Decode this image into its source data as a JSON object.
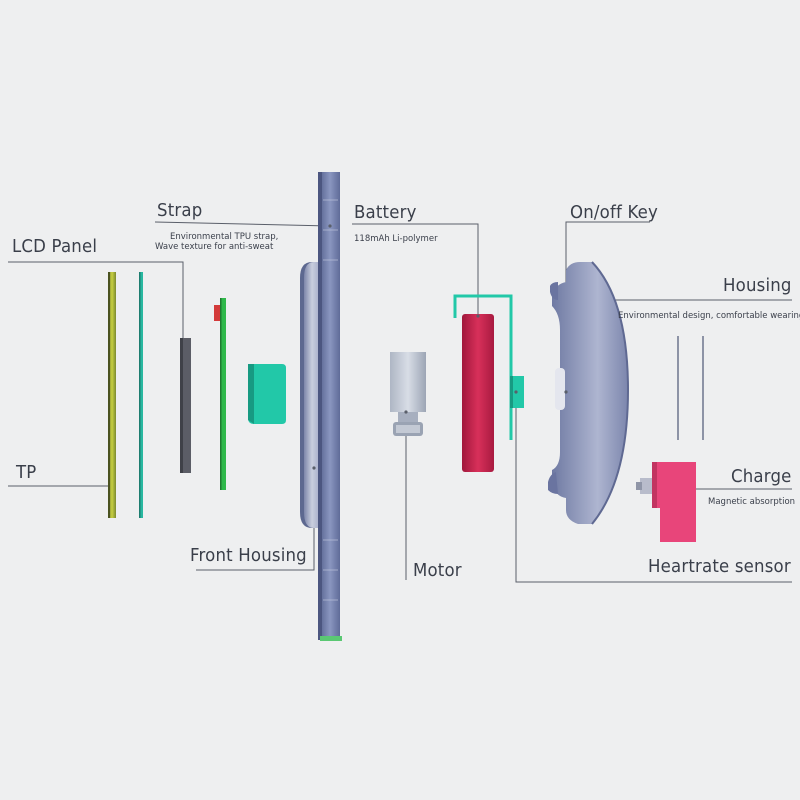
{
  "labels": {
    "strap": "Strap",
    "strap_note_1": "Environmental TPU strap,",
    "strap_note_2": "Wave texture for anti-sweat",
    "battery": "Battery",
    "battery_note": "118mAh Li-polymer",
    "onoff_key": "On/off Key",
    "lcd_panel": "LCD Panel",
    "housing": "Housing",
    "housing_note": "Environmental design, comfortable wearing",
    "tp": "TP",
    "charge": "Charge",
    "charge_note": "Magnetic absorption",
    "front_housing": "Front Housing",
    "motor": "Motor",
    "heartrate_sensor": "Heartrate sensor"
  },
  "colors": {
    "background": "#eeeff0",
    "strap": "#6d7aa6",
    "housing": "#8a93b8",
    "battery": "#c02048",
    "teal": "#22c8a8",
    "pcb": "#2fb84a",
    "charge": "#e8457a",
    "leader_line": "#5a5f6a",
    "text": "#3a3f4a"
  }
}
